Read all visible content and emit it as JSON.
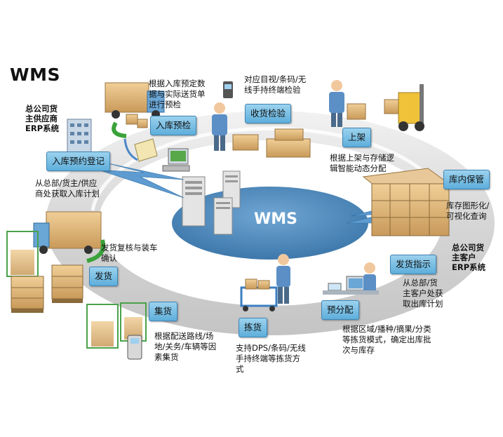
{
  "title": "WMS",
  "center_label": "WMS",
  "steps": {
    "reservation": "入库预约登记",
    "precheck": "入库预检",
    "receive_check": "收货检验",
    "putaway": "上架",
    "storage": "库内保管",
    "dispatch_order": "发货指示",
    "pre_allocate": "预分配",
    "picking": "拣货",
    "consolidate": "集货",
    "ship": "发货"
  },
  "notes": {
    "reservation": "从总部/货主/供应商处获取入库计划",
    "precheck": "根据入库预定数据与实际送货单进行预检",
    "receive_check": "对应目视/条码/无线手持终端检验",
    "putaway": "根据上架与存储逻辑智能动态分配",
    "storage": "库存图形化/可视化查询",
    "dispatch_order": "从总部/货主客户处获取出库计划",
    "pre_allocate": "根据区域/播种/摘果/分类等拣货模式，确定出库批次与库存",
    "picking": "支持DPS/条码/无线手持终端等拣货方式",
    "consolidate": "根据配送路线/场地/关务/车辆等因素集货",
    "ship": "发货复核与装车确认"
  },
  "side_systems": {
    "left": "总公司货主供应商ERP系统",
    "right": "总公司货主客户ERP系统"
  },
  "colors": {
    "step_box": "#7cc1e6",
    "center_ellipse": "#4a86b8",
    "ring": "#d4d4d4"
  }
}
